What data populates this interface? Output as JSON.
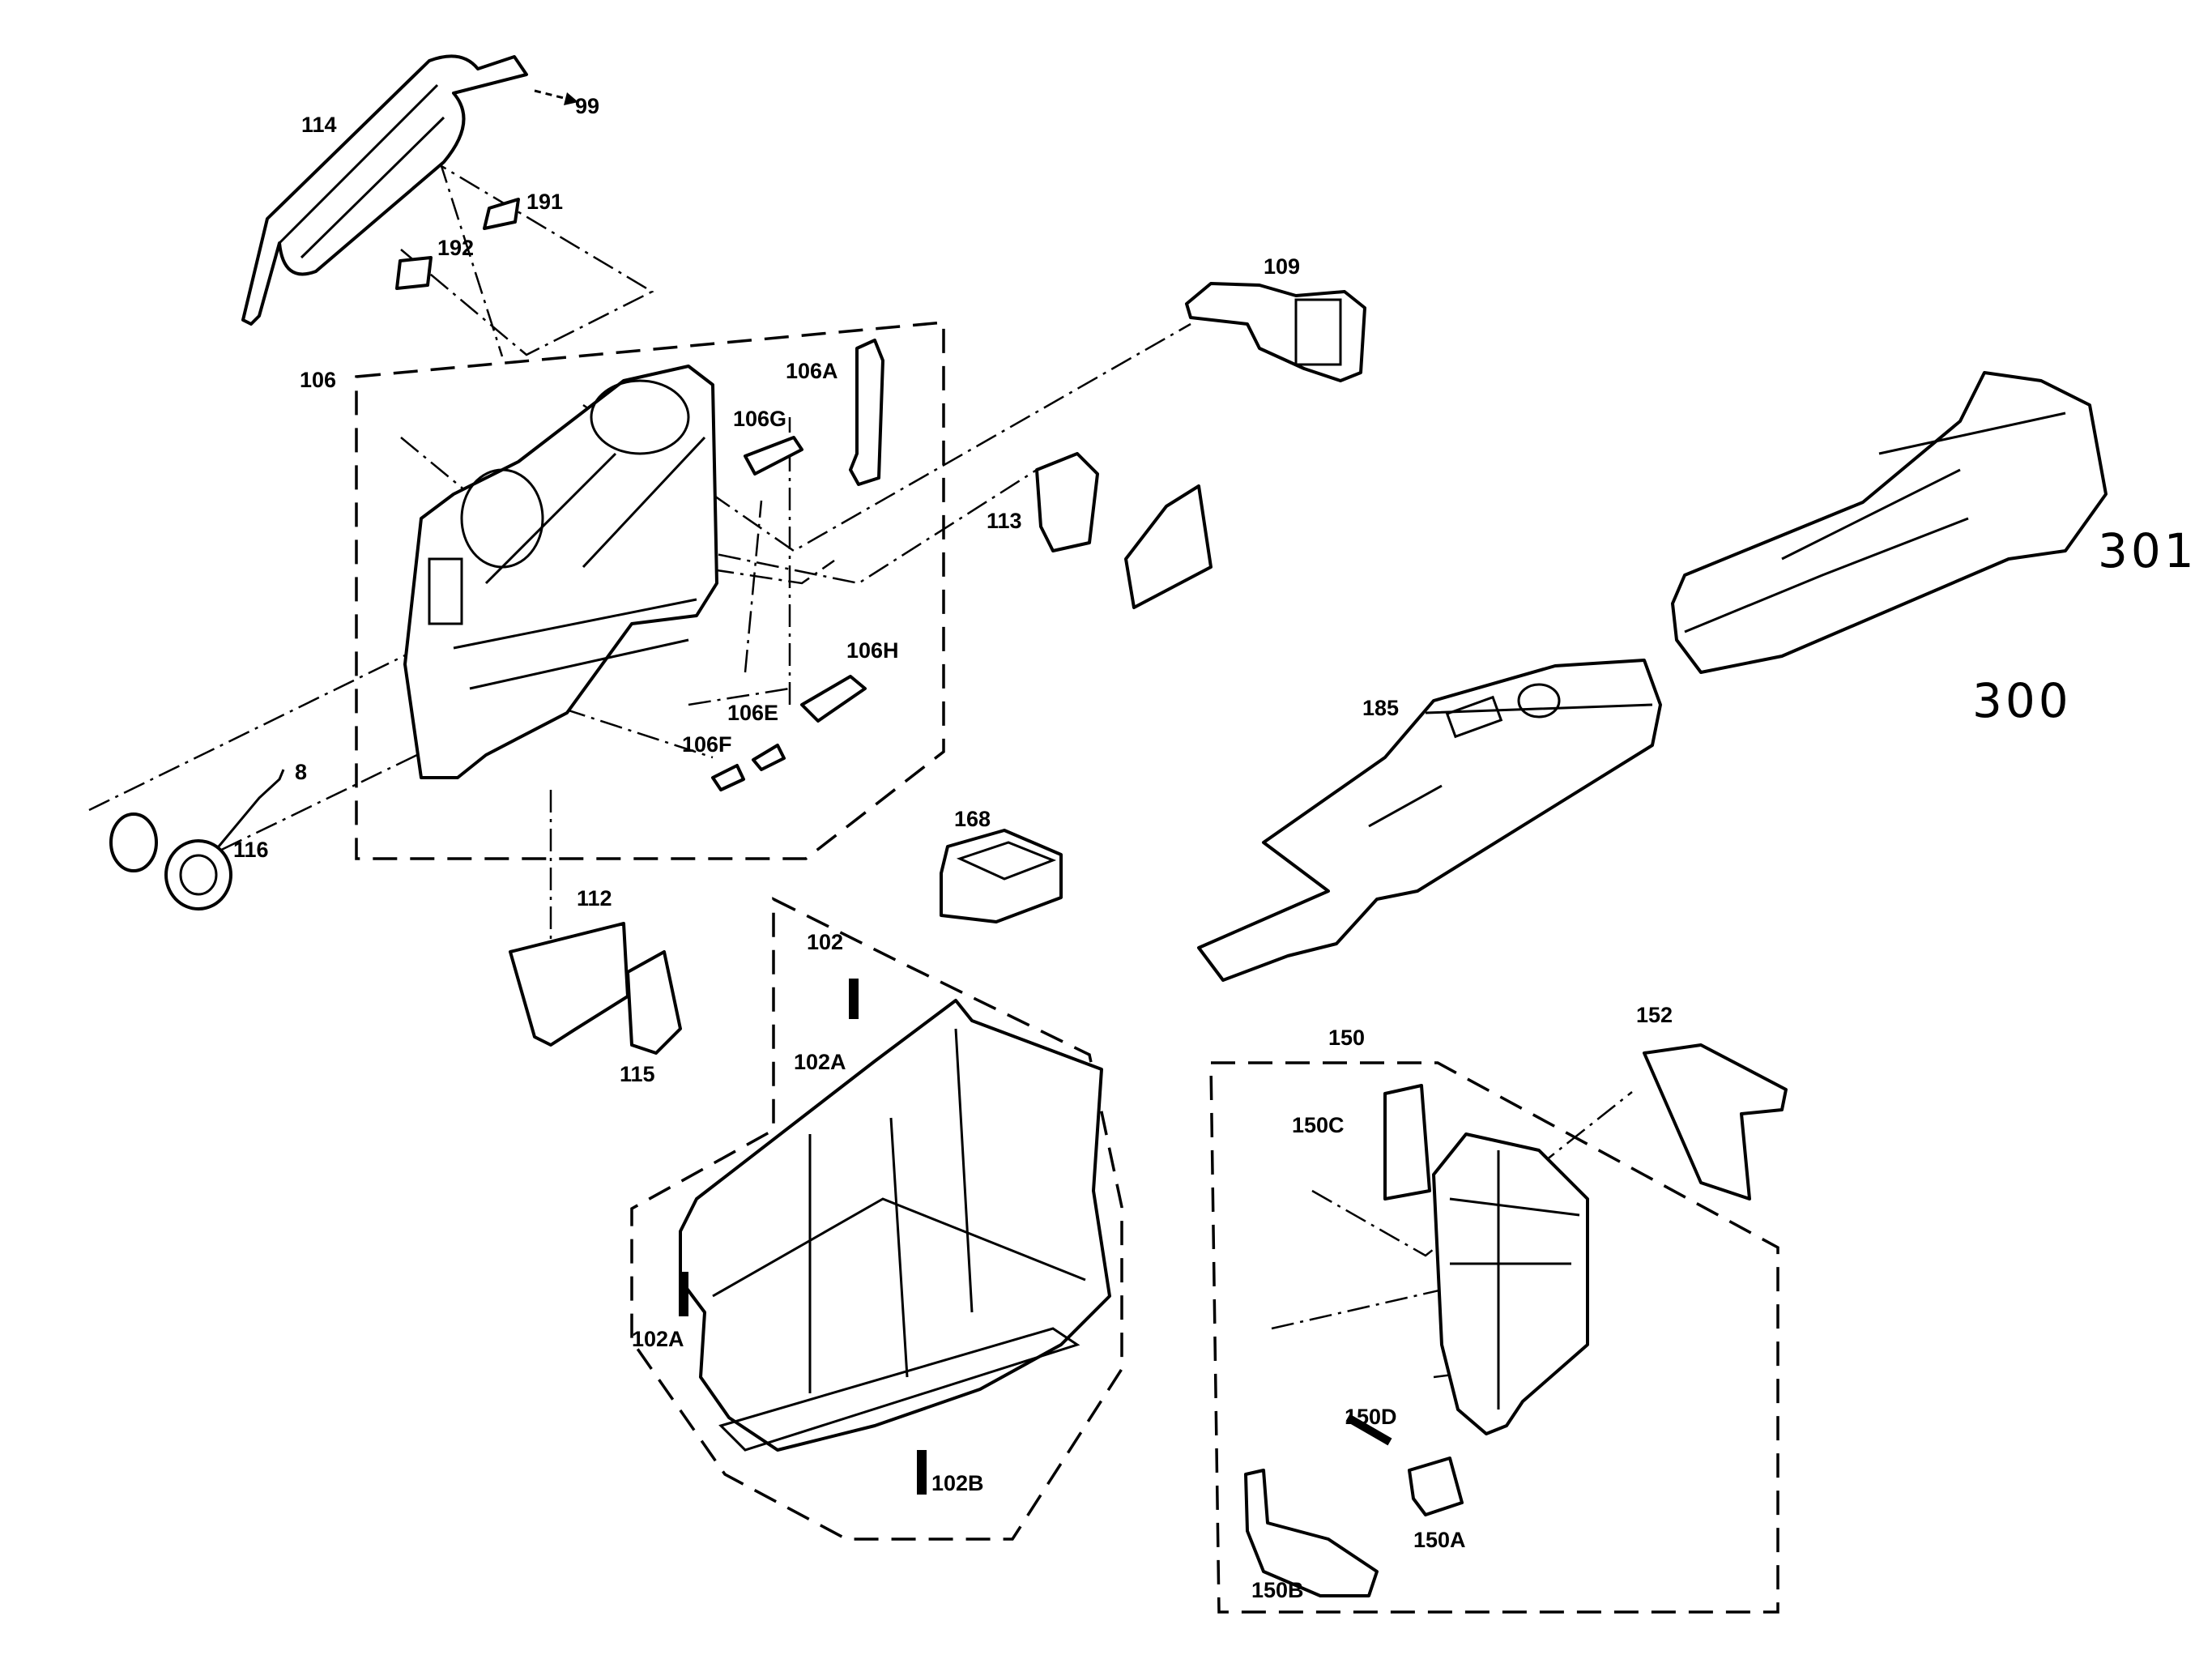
{
  "labels": {
    "p114": "114",
    "p99": "99",
    "p191": "191",
    "p192": "192",
    "p109": "109",
    "p106": "106",
    "p106a": "106A",
    "p106g": "106G",
    "p113": "113",
    "p106h": "106H",
    "p106e": "106E",
    "p106f": "106F",
    "p116": "116",
    "p8": "8",
    "p168": "168",
    "p185": "185",
    "p301": "301",
    "p300": "300",
    "p112": "112",
    "p115": "115",
    "p102": "102",
    "p102a_top": "102A",
    "p102a_bottom": "102A",
    "p102b": "102B",
    "p150": "150",
    "p152": "152",
    "p150c": "150C",
    "p150d": "150D",
    "p150a": "150A",
    "p150b": "150B"
  },
  "colors": {
    "ink": "#000000",
    "paper": "#ffffff"
  }
}
